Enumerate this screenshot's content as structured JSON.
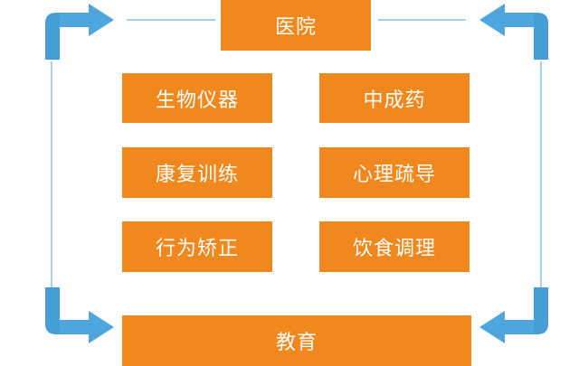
{
  "diagram": {
    "top_node": "医院",
    "bottom_node": "教育",
    "items": [
      {
        "label": "生物仪器"
      },
      {
        "label": "中成药"
      },
      {
        "label": "康复训练"
      },
      {
        "label": "心理疏导"
      },
      {
        "label": "行为矫正"
      },
      {
        "label": "饮食调理"
      }
    ]
  },
  "colors": {
    "box_fill": "#f0881e",
    "box_text": "#ffffff",
    "arrow_fill": "#4ea6df",
    "arrow_fill_dark": "#3a90cc",
    "line": "#4ea6df"
  }
}
